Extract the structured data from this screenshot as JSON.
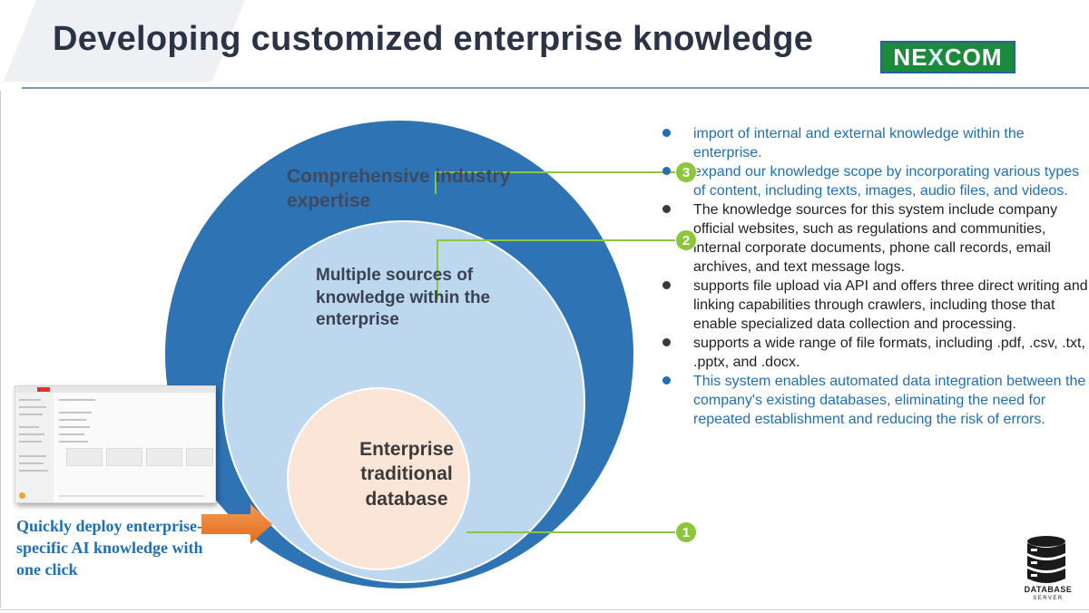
{
  "title": "Developing customized enterprise knowledge",
  "logo": {
    "text_part1": "NE",
    "text_x": "X",
    "text_part2": "COM"
  },
  "circles": {
    "outer_label": "Comprehensive industry expertise",
    "middle_label": "Multiple sources of knowledge within the enterprise",
    "inner_label": "Enterprise traditional database"
  },
  "badges": [
    "1",
    "2",
    "3"
  ],
  "bullets": [
    {
      "text": "import of internal and external knowledge within the enterprise.",
      "style": "blue"
    },
    {
      "text": "expand our knowledge scope by incorporating various types of content, including texts, images, audio files, and videos.",
      "style": "blue"
    },
    {
      "text": "The knowledge sources for this system include company official websites, such as regulations and communities, internal corporate documents, phone call records, email archives, and text message logs.",
      "style": "dark"
    },
    {
      "text": "supports file upload via API and offers three direct writing and linking capabilities through crawlers, including those that enable specialized data collection and processing.",
      "style": "dark"
    },
    {
      "text": "supports a wide range of file formats, including .pdf, .csv, .txt, .pptx, and .docx.",
      "style": "dark"
    },
    {
      "text": "This system enables automated data integration between the company's existing databases, eliminating the need for repeated establishment and reducing the risk of errors.",
      "style": "blue"
    }
  ],
  "deploy_text": "Quickly deploy enterprise-specific AI knowledge with one click",
  "db_icon": {
    "caption": "DATABASE",
    "subcaption": "SERVER",
    "icon": "database-server-icon"
  },
  "colors": {
    "outer_circle": "#2e74b5",
    "middle_circle": "#bdd7ee",
    "inner_circle": "#fbe5d6",
    "connector": "#8cc63f",
    "accent_blue": "#1f6fb5",
    "arrow": "#ed7d31",
    "logo_green": "#1c8a3c"
  }
}
